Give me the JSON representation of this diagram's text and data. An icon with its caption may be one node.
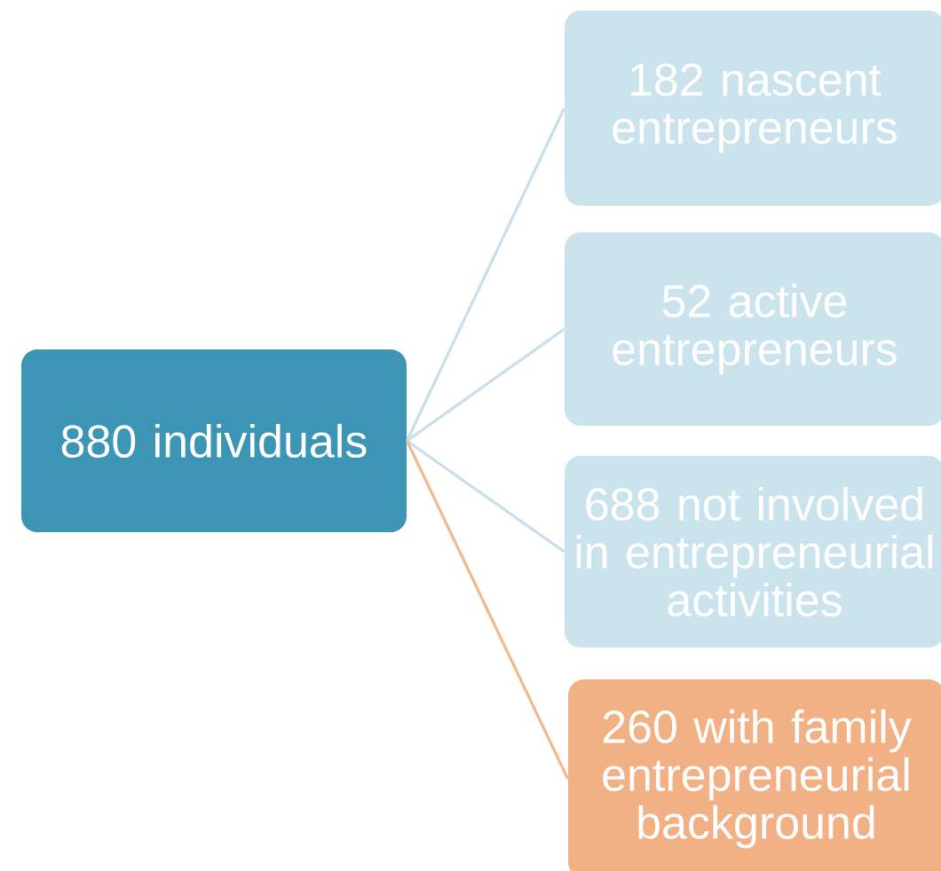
{
  "diagram": {
    "nodes": [
      {
        "text": [
          "880 individuals"
        ]
      },
      {
        "text": [
          "182 nascent entrepreneurs"
        ]
      },
      {
        "text": [
          "52 active entrepreneurs"
        ]
      },
      {
        "text": [
          "688 not involved in entrepreneurial activities"
        ]
      },
      {
        "text": [
          "260 with family entrepreneurial background"
        ]
      }
    ],
    "edges": [
      {
        "from": 0,
        "to": 1,
        "arrow": "none"
      },
      {
        "from": 0,
        "to": 2,
        "arrow": "none"
      },
      {
        "from": 0,
        "to": 3,
        "arrow": "none"
      },
      {
        "from": 0,
        "to": 4,
        "arrow": "none",
        "color": "#f2b98f"
      }
    ]
  }
}
